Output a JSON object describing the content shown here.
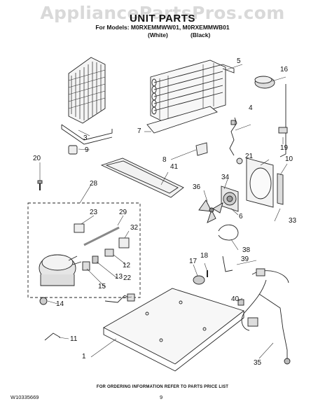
{
  "watermark": "AppliancePartsPros.com",
  "title": "UNIT PARTS",
  "models_line": "For Models: M0RXEMMWW01, M0RXEMMWB01",
  "variants": {
    "white": "(White)",
    "black": "(Black)"
  },
  "part_labels": [
    "1",
    "3",
    "4",
    "5",
    "6",
    "7",
    "8",
    "9",
    "10",
    "11",
    "12",
    "13",
    "14",
    "15",
    "16",
    "17",
    "18",
    "19",
    "20",
    "21",
    "22",
    "23",
    "28",
    "29",
    "32",
    "33",
    "34",
    "35",
    "36",
    "38",
    "39",
    "40",
    "41"
  ],
  "footer_note": "FOR ORDERING INFORMATION REFER TO PARTS PRICE LIST",
  "doc_number": "W10335669",
  "page_number": "9"
}
